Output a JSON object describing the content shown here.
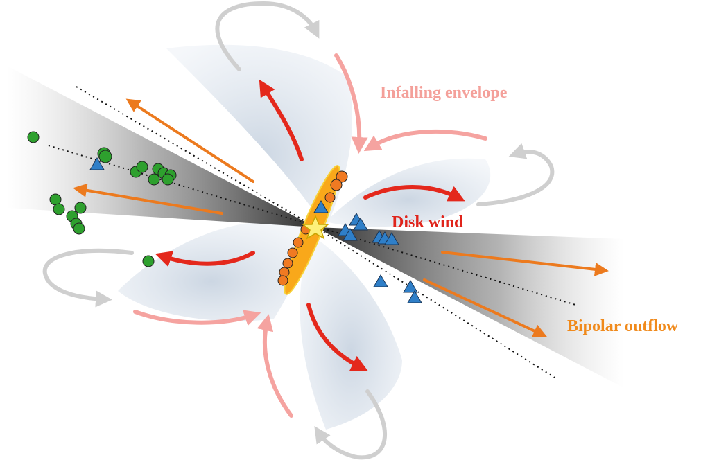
{
  "labels": {
    "infalling_envelope": "Infalling envelope",
    "disk_wind": "Disk wind",
    "bipolar_outflow": "Bipolar outflow"
  },
  "colors": {
    "infall_label": "#f4a09a",
    "disk_wind_label": "#e0241b",
    "outflow_label": "#f08a1c",
    "red_arrow": "#e4281c",
    "orange_arrow": "#ec7a1e",
    "pink_arrow": "#f5a3a0",
    "gray_arrow": "#cfcfcf",
    "green_marker": "#2ea02e",
    "blue_marker": "#2f7fc8",
    "orange_marker": "#f07a22",
    "disk": "#f9a81a",
    "star": "#fdf07a"
  },
  "icons": {
    "star": "star-icon",
    "triangle": "triangle-marker",
    "circle": "circle-marker"
  }
}
